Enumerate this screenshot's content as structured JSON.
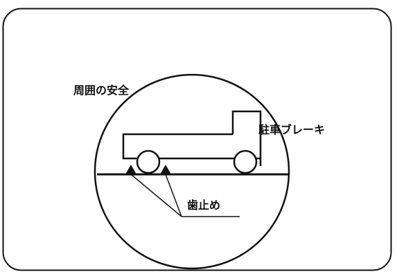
{
  "labels": {
    "surroundings_safety": "周囲の安全",
    "parking_brake": "駐車ブレーキ",
    "wheel_chocks": "歯止め"
  },
  "colors": {
    "stroke": "#111111",
    "background": "#ffffff"
  },
  "icons": [
    "truck-icon",
    "wheel-chock-icon"
  ]
}
